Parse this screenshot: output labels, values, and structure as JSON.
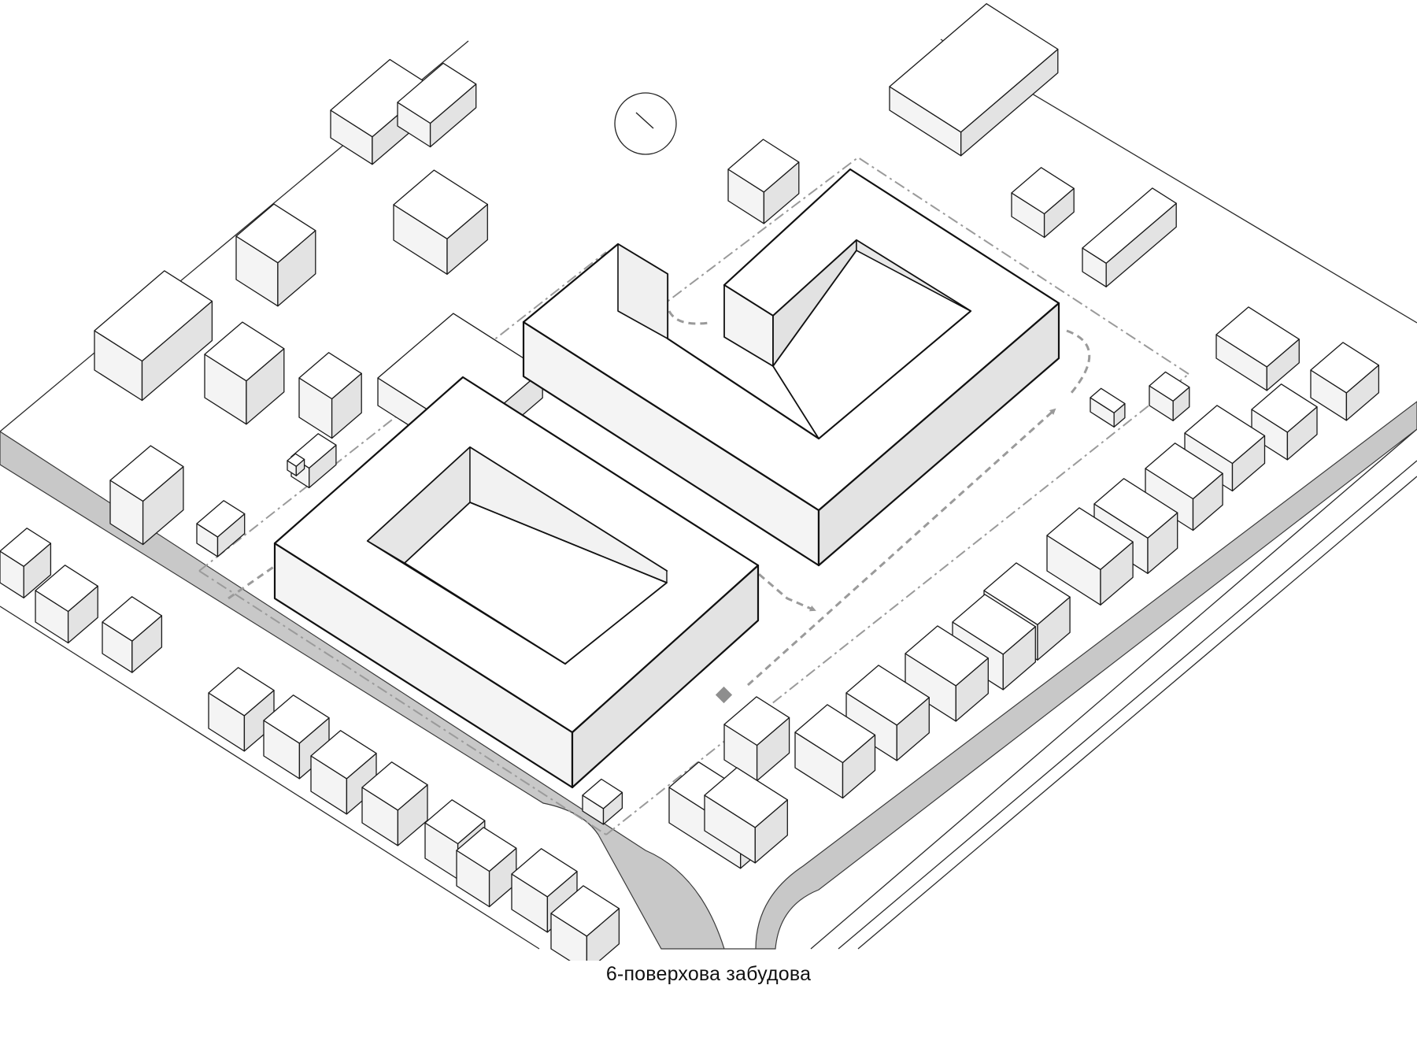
{
  "caption": "6-поверхова забудова",
  "colors": {
    "road": "#c8c8c8",
    "line": "#1a1a1a",
    "face_top": "#ffffff",
    "face_left": "#f4f4f4",
    "face_right": "#e3e3e3",
    "path": "#8f8f8f"
  },
  "icons": [
    "compass-icon",
    "entrance-marker-icon"
  ],
  "legend": {
    "proposed_buildings": 2,
    "storeys": 6
  }
}
